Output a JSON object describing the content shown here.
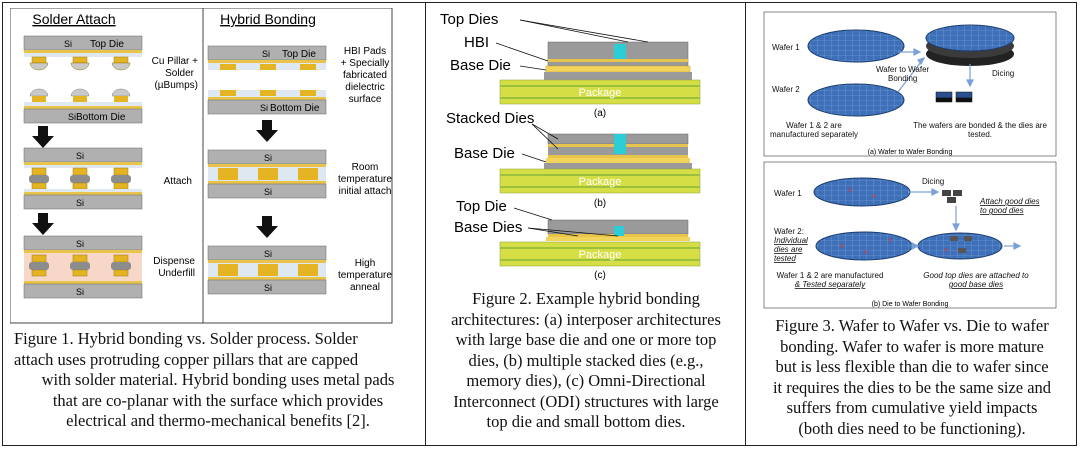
{
  "fig1": {
    "headers": [
      "Solder Attach",
      "Hybrid Bonding"
    ],
    "si": "Si",
    "top_die": "Top Die",
    "bottom_die": "Bottom Die",
    "sio2": "SiO",
    "solder_labels": [
      "Cu Pillar +",
      "Solder",
      "(µBumps)",
      "Attach",
      "Dispense",
      "Underfill"
    ],
    "hybrid_labels": [
      "HBI Pads",
      "+ Specially",
      "fabricated",
      "dielectric",
      "surface",
      "Room",
      "temperature",
      "initial attach",
      "High",
      "temperature",
      "anneal"
    ],
    "caption": [
      "Figure 1.   Hybrid bonding vs. Solder process. Solder",
      "attach uses protruding copper pillars that are capped",
      "with solder material. Hybrid bonding uses metal pads",
      "that are co-planar with the surface which provides",
      "electrical and thermo-mechanical benefits [2]."
    ]
  },
  "fig2": {
    "labels": [
      "Top Dies",
      "HBI",
      "Base Die",
      "Stacked Dies",
      "Base Die",
      "Top Die",
      "Base Dies"
    ],
    "package": "Package",
    "sublabels": [
      "(a)",
      "(b)",
      "(c)"
    ],
    "caption": [
      "Figure 2.   Example hybrid bonding",
      "architectures: (a) interposer architectures",
      "with large base die and one or more top",
      "dies, (b) multiple stacked dies (e.g.,",
      "memory dies), (c) Omni-Directional",
      "Interconnect (ODI) structures with large",
      "top die and small bottom dies."
    ]
  },
  "fig3": {
    "a": {
      "wafer1": "Wafer 1",
      "wafer2": "Wafer 2",
      "w2w": [
        "Wafer to Wafer",
        "Bonding"
      ],
      "dicing": "Dicing",
      "manufactured": [
        "Wafer 1 & 2 are",
        "manufactured separately"
      ],
      "bonded": [
        "The wafers are bonded & the dies are",
        "tested."
      ],
      "subcaption": "(a) Wafer to Wafer Bonding"
    },
    "b": {
      "wafer1": "Wafer 1",
      "dicing": "Dicing",
      "attach": [
        "Attach good dies",
        "to good dies"
      ],
      "wafer2": [
        "Wafer 2:",
        "Individual",
        "dies are",
        "tested"
      ],
      "manufactured": [
        "Wafer 1 & 2 are manufactured",
        "& Tested separately"
      ],
      "good": [
        "Good top dies are attached to",
        "good base dies"
      ],
      "subcaption": "(b) Die to Wafer Bonding"
    },
    "caption": [
      "Figure 3.   Wafer to Wafer vs. Die to wafer",
      "bonding. Wafer to wafer is more mature",
      "but is less flexible than die to wafer since",
      "it requires the dies to be the same size and",
      "suffers from cumulative yield impacts",
      "(both dies need to be functioning)."
    ]
  }
}
